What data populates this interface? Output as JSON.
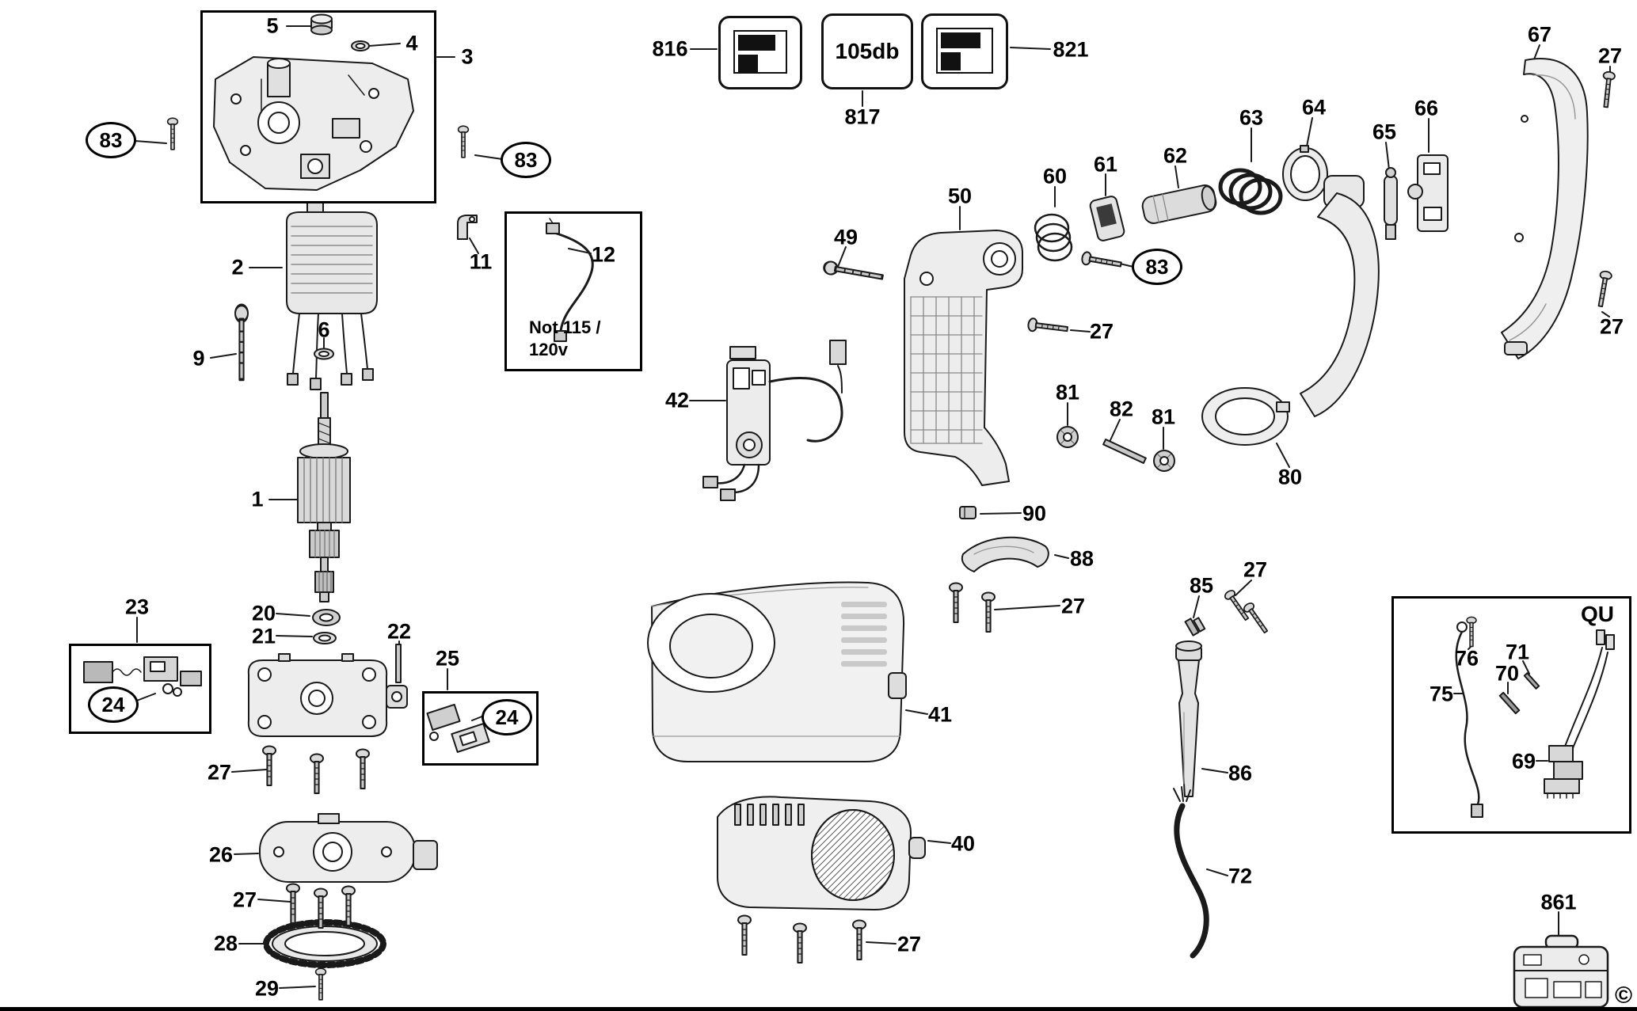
{
  "colors": {
    "background": "#ffffff",
    "line": "#1a1a1a"
  },
  "labels": {
    "n1": "1",
    "n2": "2",
    "n3": "3",
    "n4": "4",
    "n5": "5",
    "n6": "6",
    "n9": "9",
    "n11": "11",
    "n12": "12",
    "n20": "20",
    "n21": "21",
    "n22": "22",
    "n23": "23",
    "n24": "24",
    "n25": "25",
    "n26": "26",
    "n27": "27",
    "n28": "28",
    "n29": "29",
    "n40": "40",
    "n41": "41",
    "n42": "42",
    "n49": "49",
    "n50": "50",
    "n60": "60",
    "n61": "61",
    "n62": "62",
    "n63": "63",
    "n64": "64",
    "n65": "65",
    "n66": "66",
    "n67": "67",
    "n69": "69",
    "n70": "70",
    "n71": "71",
    "n72": "72",
    "n75": "75",
    "n76": "76",
    "n80": "80",
    "n81": "81",
    "n82": "82",
    "n83": "83",
    "n85": "85",
    "n86": "86",
    "n88": "88",
    "n90": "90",
    "n816": "816",
    "n817": "817",
    "n821": "821",
    "n861": "861",
    "noise_rating": "105db",
    "qu": "QU",
    "voltage_note_line1": "Not 115 /",
    "voltage_note_line2": "120v",
    "copyright": "©"
  }
}
